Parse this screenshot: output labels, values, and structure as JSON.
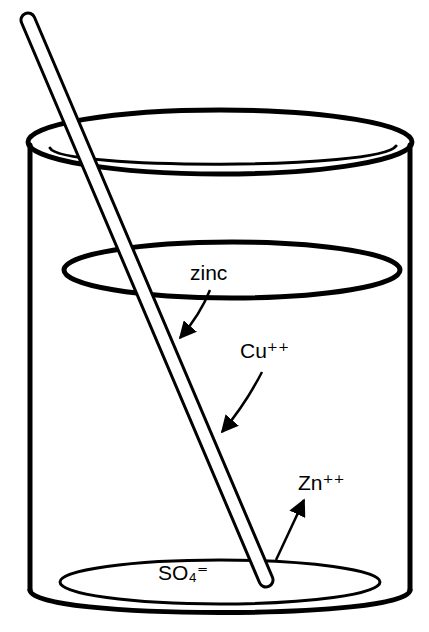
{
  "diagram": {
    "labels": [
      "zinc",
      "Cu⁺⁺",
      "Zn⁺⁺",
      "SO₄⁼"
    ]
  }
}
